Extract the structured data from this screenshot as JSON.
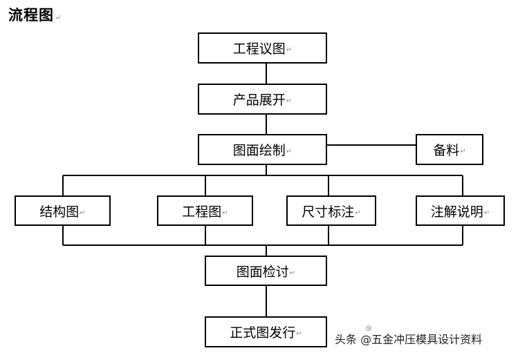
{
  "title": "流程图",
  "paragraph_mark": "↵",
  "nodes": {
    "step1": "工程议图",
    "step2": "产品展开",
    "step3": "图面绘制",
    "side": "备料",
    "branch1": "结构图",
    "branch2": "工程图",
    "branch3": "尺寸标注",
    "branch4": "注解说明",
    "step4": "图面检讨",
    "step5": "正式图发行"
  },
  "watermark": {
    "text": "头条 @五金冲压模具设计资料",
    "icon": "wechat-like-icon"
  }
}
